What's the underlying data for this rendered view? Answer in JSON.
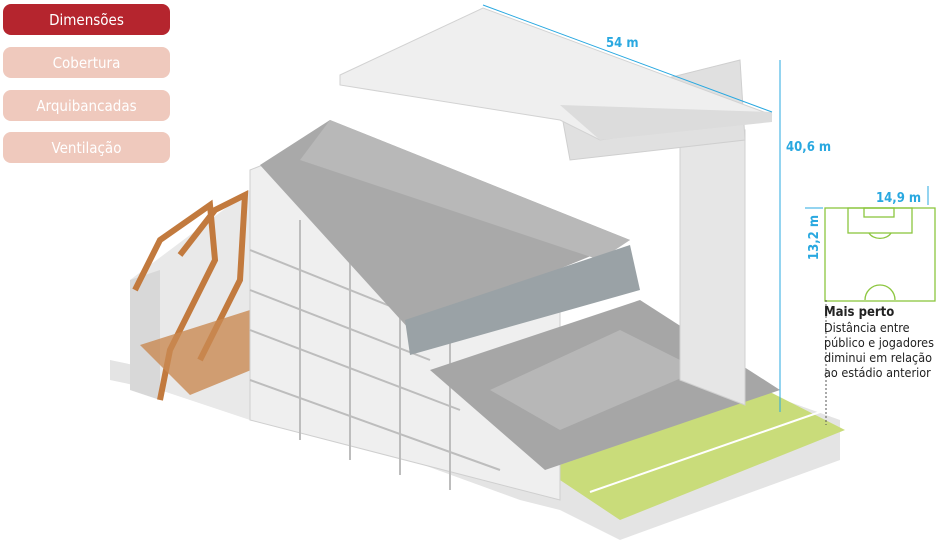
{
  "tabs": [
    {
      "label": "Dimensões",
      "active": true
    },
    {
      "label": "Cobertura",
      "active": false
    },
    {
      "label": "Arquibancadas",
      "active": false
    },
    {
      "label": "Ventilação",
      "active": false
    }
  ],
  "dimensions": {
    "roof_width": "54 m",
    "height": "40,6 m",
    "field_distance_side": "14,9 m",
    "field_distance_end": "13,2 m"
  },
  "note": {
    "title": "Mais perto",
    "text": "Distância entre público e jogadores diminui em relação ao estádio anterior"
  },
  "colors": {
    "accent": "#b5252e",
    "inactive": "#efc9bd",
    "dimension": "#29a8e0",
    "field": "#8cc63f"
  }
}
